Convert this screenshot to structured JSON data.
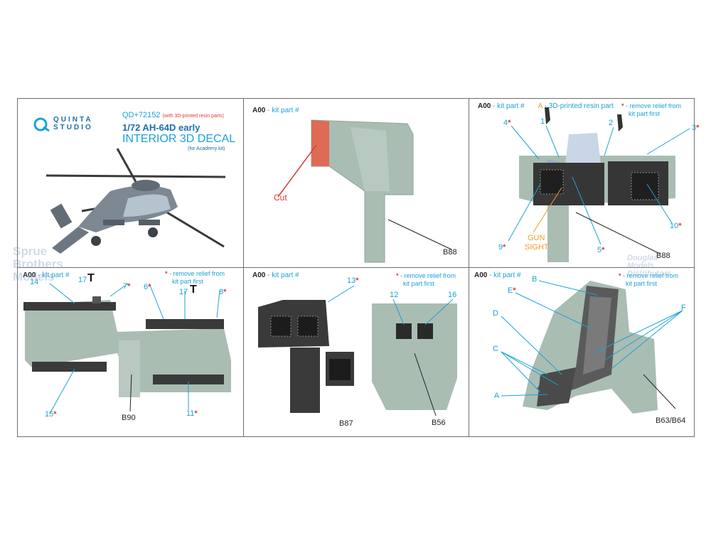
{
  "brand": {
    "line1": "QUINTA",
    "line2": "STUDIO"
  },
  "title_block": {
    "code_prefix": "QD+",
    "code": "72152",
    "note": "(with 3D-printed resin parts)",
    "scale_model": "1/72 AH-64D early",
    "product": "INTERIOR 3D DECAL",
    "kit_note": "(for Academy kit)"
  },
  "legend": {
    "a00": "A00",
    "kit_part": "- kit part #",
    "a": "A",
    "resin_part": "- 3D-printed resin part",
    "star": "*",
    "remove_relief": "- remove relief from",
    "kit_part_first": "kit part first"
  },
  "panel2": {
    "cut_label": "Cut",
    "part": "B88"
  },
  "panel3": {
    "nums": [
      "1",
      "2",
      "3",
      "4",
      "5",
      "9",
      "10"
    ],
    "gun_sight": [
      "GUN",
      "SIGHT"
    ],
    "part": "B88"
  },
  "panel4": {
    "nums": [
      "14",
      "17",
      "7",
      "6",
      "17",
      "8",
      "15",
      "11"
    ],
    "part": "B90"
  },
  "panel5": {
    "nums": [
      "13",
      "12",
      "16"
    ],
    "parts": [
      "B87",
      "B56"
    ]
  },
  "panel6": {
    "letters": [
      "B",
      "E",
      "D",
      "C",
      "A",
      "F"
    ],
    "part": "B63/B64"
  },
  "watermarks": {
    "left": [
      "Sprue",
      "Brothers",
      "Models"
    ],
    "right": [
      "Douglas",
      "Models",
      "Distributors"
    ]
  },
  "colors": {
    "accent": "#1da1d8",
    "warning": "#e03a2e",
    "resin_gray": "#a9bdb3",
    "panel_dark": "#3b3b3b",
    "gun_sight": "#f29a26"
  }
}
